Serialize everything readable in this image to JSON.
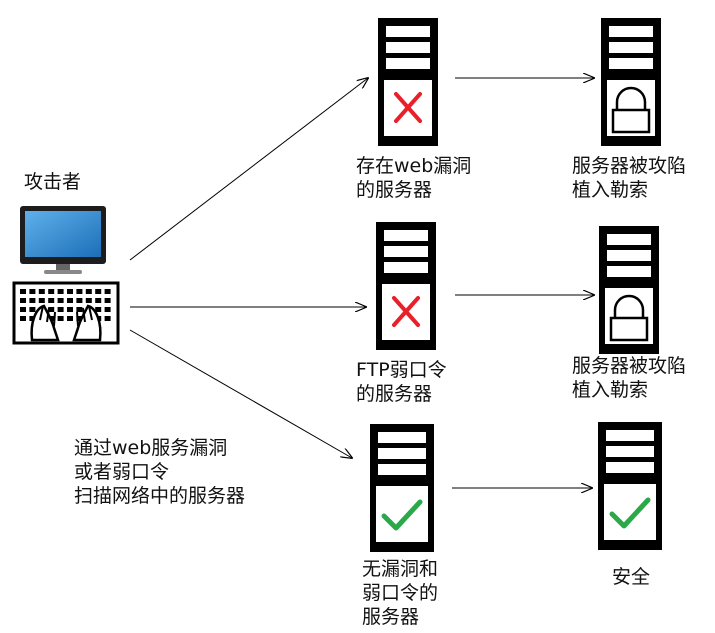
{
  "attacker": {
    "title": "攻击者",
    "scan_text": [
      "通过web服务漏洞",
      "或者弱口令",
      "扫描网络中的服务器"
    ]
  },
  "servers": [
    {
      "status": "vulnerable",
      "label": [
        "存在web漏洞",
        "的服务器"
      ]
    },
    {
      "status": "vulnerable",
      "label": [
        "FTP弱口令",
        "的服务器"
      ]
    },
    {
      "status": "safe",
      "label": [
        "无漏洞和",
        "弱口令的",
        "服务器"
      ]
    }
  ],
  "outcomes": [
    {
      "status": "locked",
      "label": [
        "服务器被攻陷",
        "植入勒索"
      ]
    },
    {
      "status": "locked",
      "label": [
        "服务器被攻陷",
        "植入勒索"
      ]
    },
    {
      "status": "safe",
      "label": [
        "安全"
      ]
    }
  ],
  "colors": {
    "server_body": "#000000",
    "server_bay": "#ffffff",
    "cross": "#e8202a",
    "check": "#2aa84a",
    "monitor_screen": "#2f86d0",
    "arrow": "#000000"
  },
  "icons": [
    "computer-monitor-icon",
    "keyboard-hands-icon",
    "server-icon",
    "cross-icon",
    "check-icon",
    "padlock-icon"
  ]
}
